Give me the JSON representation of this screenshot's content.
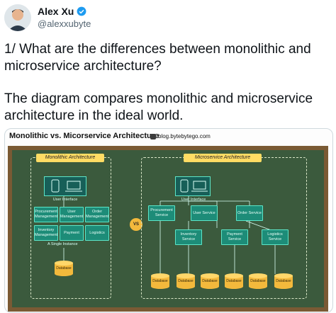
{
  "author": {
    "name": "Alex Xu",
    "handle": "@alexxubyte"
  },
  "tweet": {
    "paragraph1": "1/ What are the differences between monolithic and microservice architecture?",
    "paragraph2": "The diagram compares monolithic and microservice architecture in the ideal world."
  },
  "diagram": {
    "title": "Monolithic vs. Micorservice Architecture",
    "source": "blog.bytebytego.com",
    "monolithic": {
      "title": "Monolithic Architecture",
      "ui_label": "User Interface",
      "modules": [
        "Procurement Management",
        "User Management",
        "Order Management",
        "Inventory Management",
        "Payment",
        "Logistics"
      ],
      "instance_label": "A Single Instance",
      "database": "Database"
    },
    "vs": "VS",
    "microservice": {
      "title": "Microservice Architecture",
      "ui_label": "User Interface",
      "services_row1": [
        "Procurement Service",
        "User Service",
        "Order Service"
      ],
      "services_row2": [
        "Inventory Service",
        "Payment Service",
        "Logistics Service"
      ],
      "databases": [
        "Database",
        "Database",
        "Database",
        "Database",
        "Database",
        "Database"
      ]
    }
  },
  "colors": {
    "board": "#3b5a3d",
    "frame": "#7a5a34",
    "module": "#1d8c78",
    "title_tag": "#ffdc64",
    "database": "#f3b93c",
    "verified": "#1d9bf0"
  }
}
